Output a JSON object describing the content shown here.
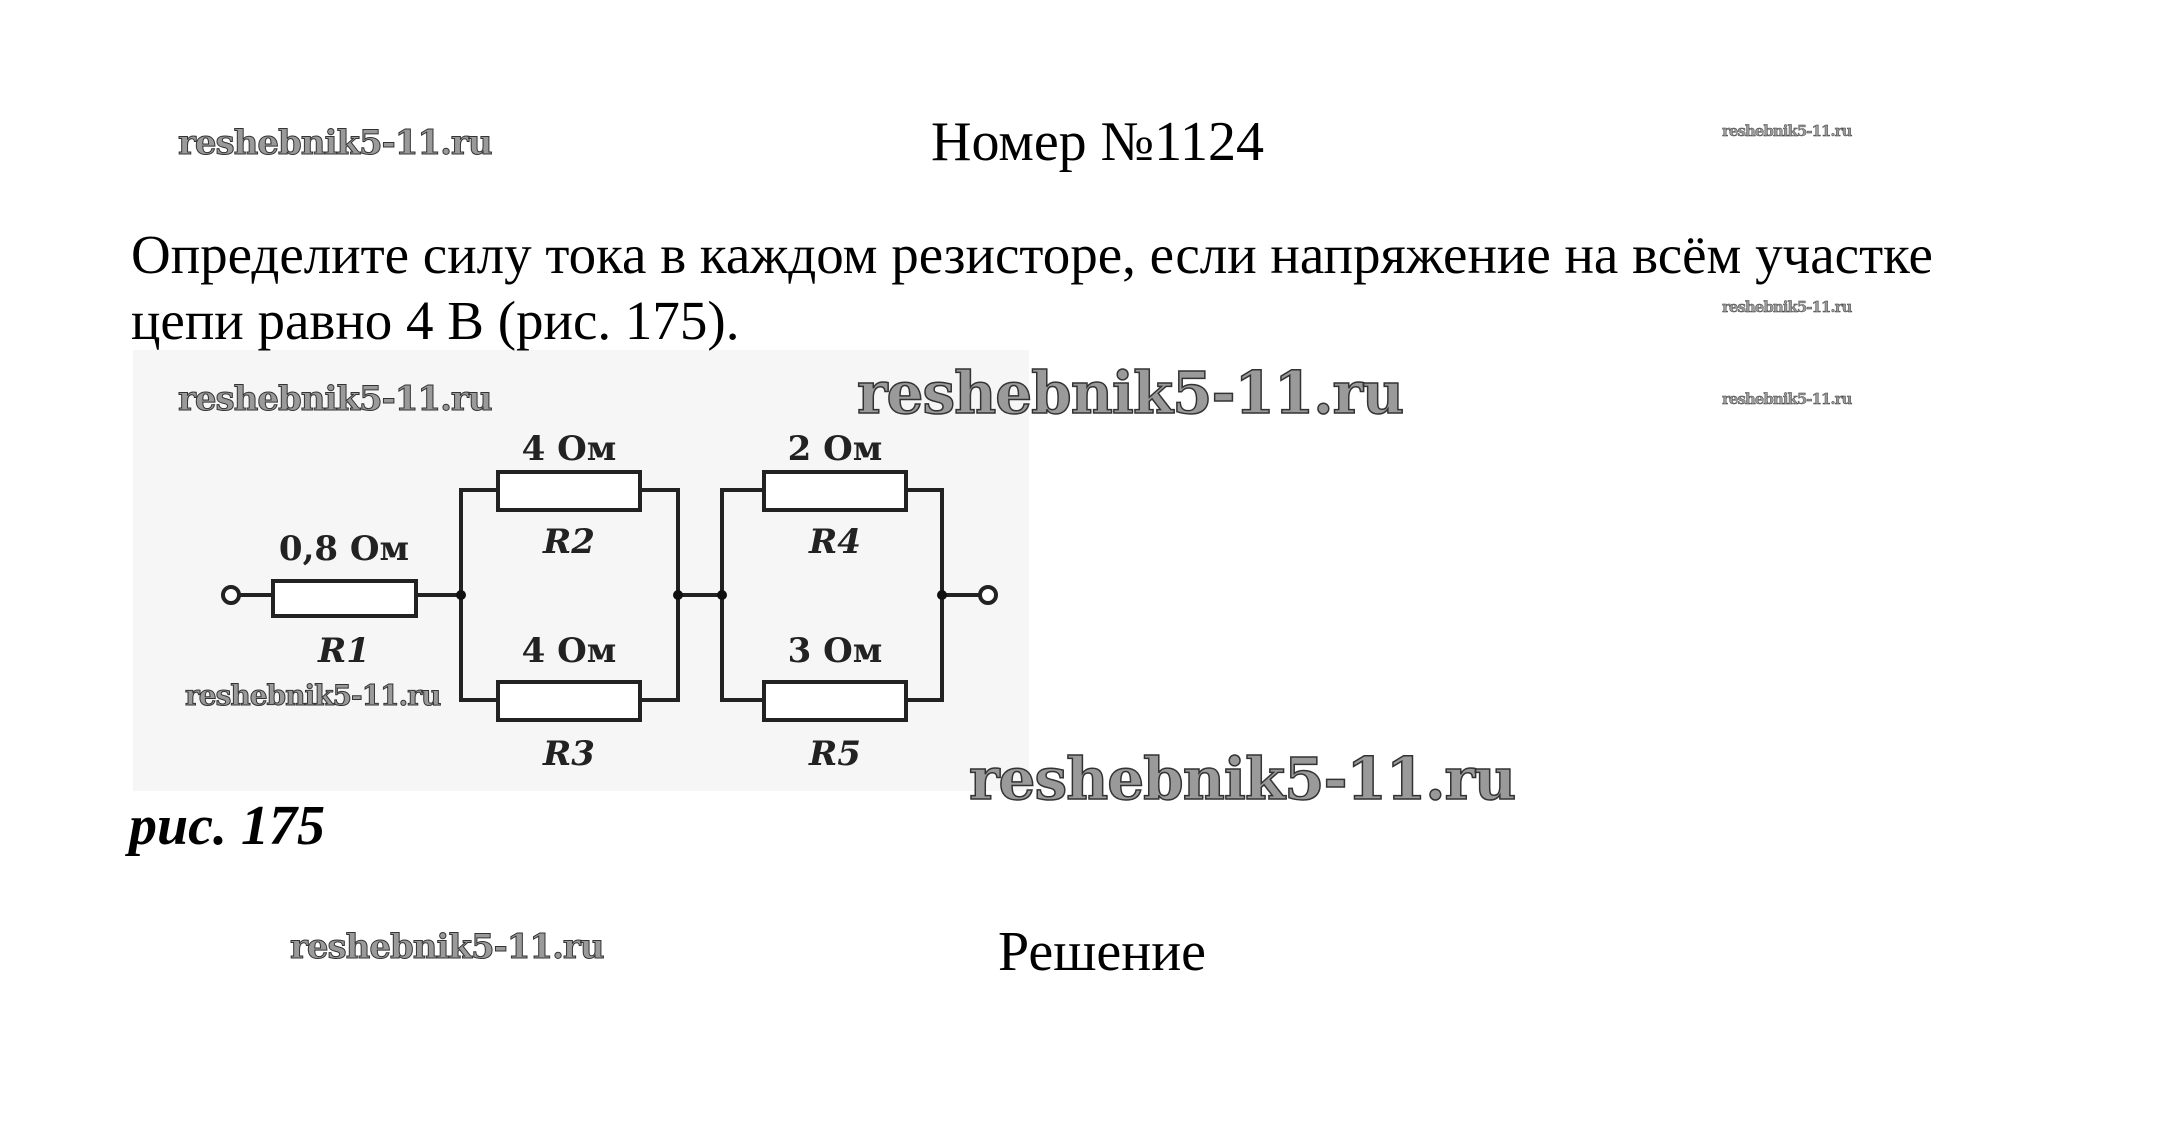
{
  "title": "Номер №1124",
  "task_text": "Определите силу тока в каждом резисторе, если напряжение на всём участке цепи равно 4 В (рис. 175).",
  "figure": {
    "caption": "рис. 175",
    "resistors": [
      {
        "name": "R1",
        "value": "0,8 Ом"
      },
      {
        "name": "R2",
        "value": "4 Ом"
      },
      {
        "name": "R3",
        "value": "4 Ом"
      },
      {
        "name": "R4",
        "value": "2 Ом"
      },
      {
        "name": "R5",
        "value": "3 Ом"
      }
    ]
  },
  "solution_heading": "Решение",
  "watermark": "reshebnik5-11.ru"
}
